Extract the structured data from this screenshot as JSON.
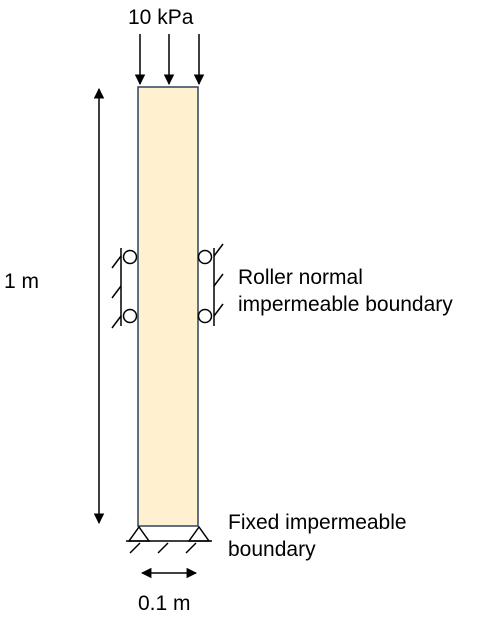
{
  "labels": {
    "load": "10 kPa",
    "height": "1 m",
    "width": "0.1 m",
    "roller": [
      "Roller normal",
      "impermeable boundary"
    ],
    "fixed": [
      "Fixed impermeable",
      "boundary"
    ]
  },
  "colors": {
    "column_fill": "#FFF0CF",
    "column_stroke": "#3C4E66",
    "line": "#000000"
  },
  "icons": {
    "load_arrows": "arrow-down-icon",
    "dimension_arrows": "double-arrow-icon",
    "roller_support": "roller-support-icon",
    "fixed_support": "fixed-support-icon"
  }
}
